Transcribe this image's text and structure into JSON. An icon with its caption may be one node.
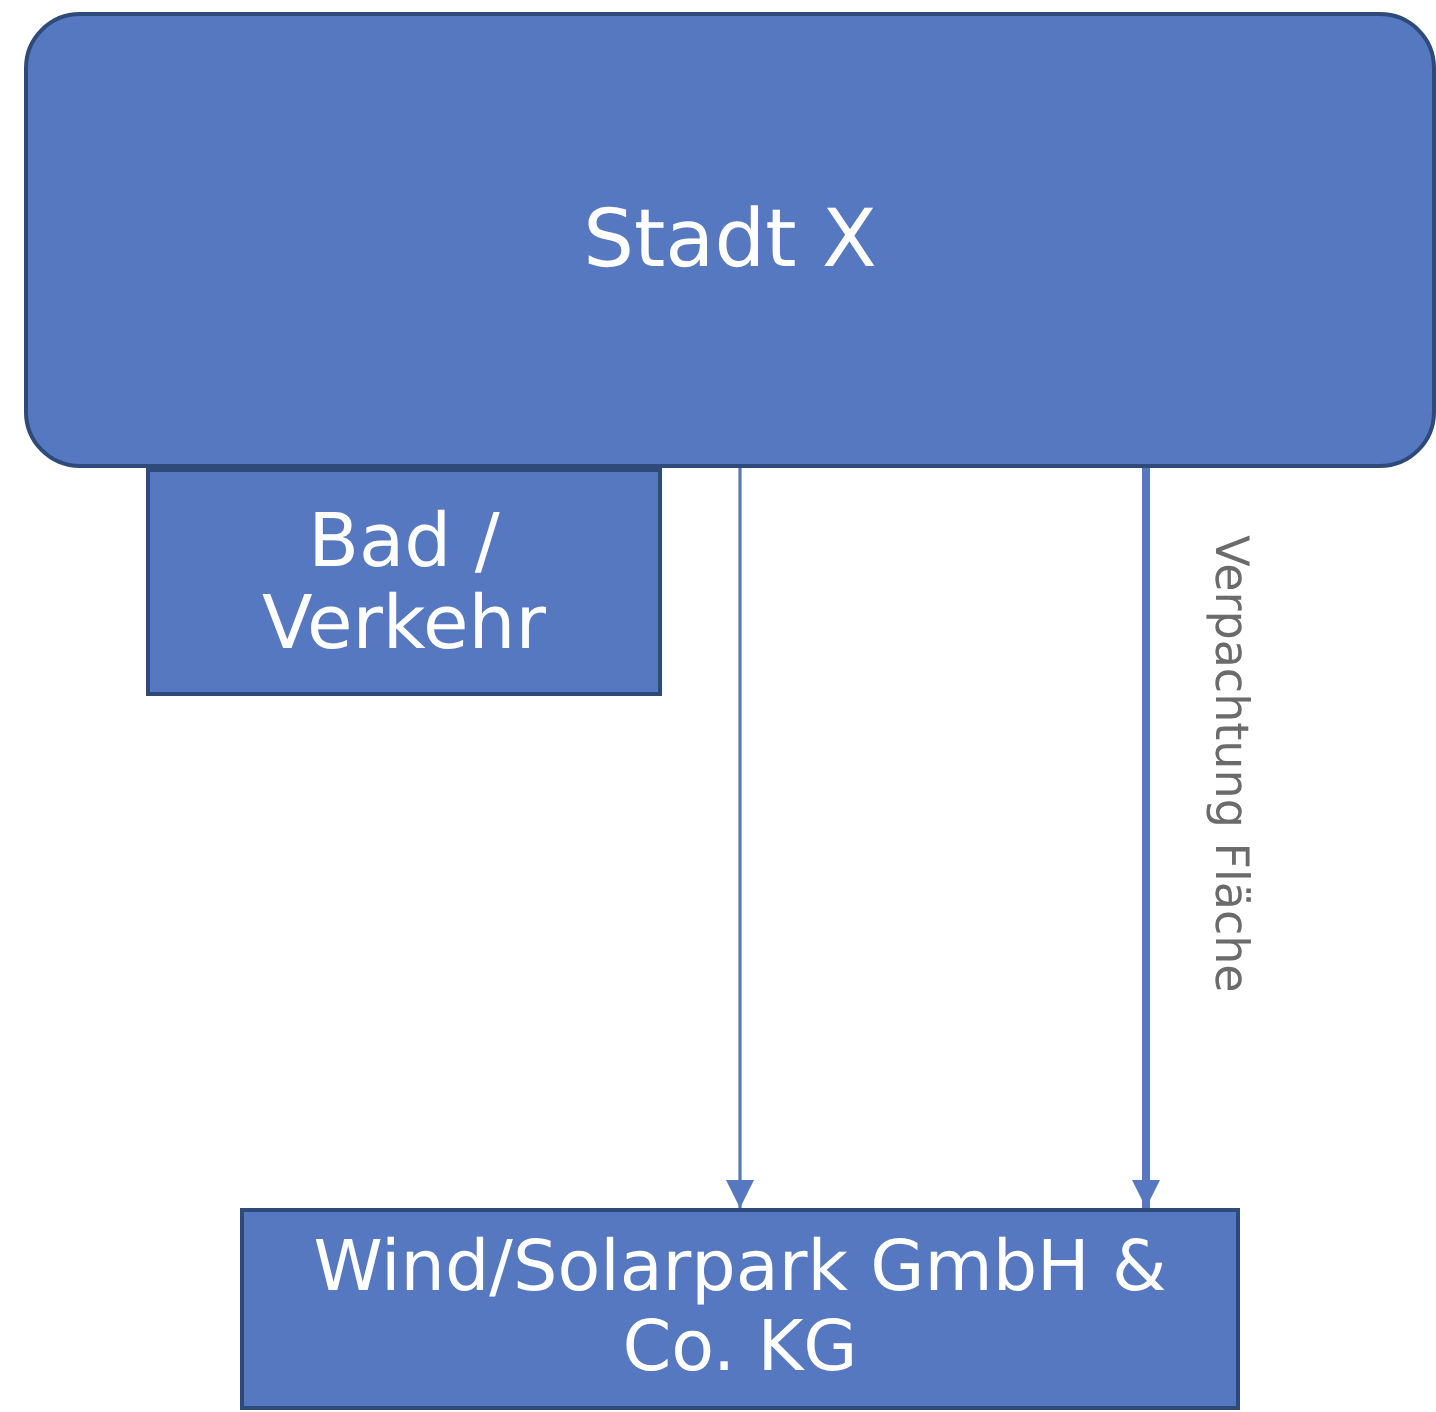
{
  "diagram": {
    "nodes": [
      {
        "text": [
          "Stadt X"
        ]
      },
      {
        "text": [
          "Bad / Verkehr"
        ]
      },
      {
        "text": [
          "Wind/Solarpark GmbH & Co. KG"
        ]
      }
    ],
    "edges": [
      {
        "from": 0,
        "to": 2,
        "arrow": "to"
      },
      {
        "from": 0,
        "to": 2,
        "arrow": "to",
        "style": "thick",
        "label": "Verpachtung Fläche"
      }
    ]
  }
}
